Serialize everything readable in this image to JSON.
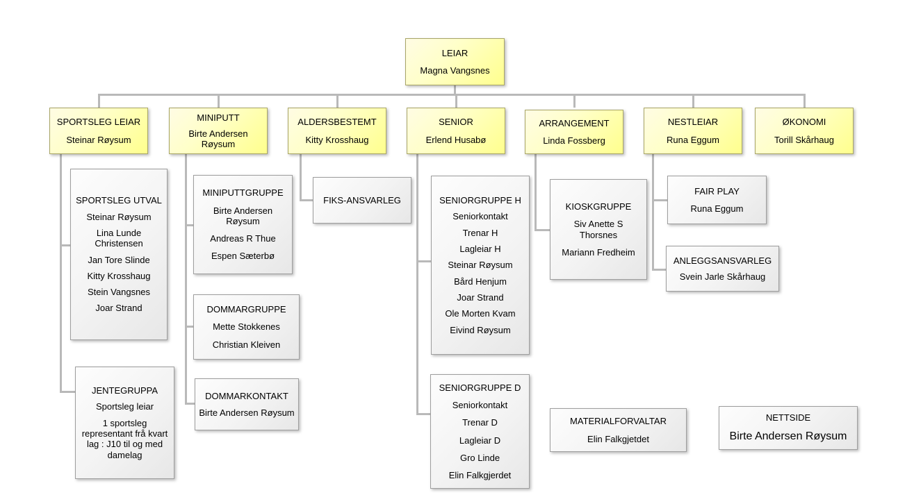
{
  "diagram": {
    "type": "org-chart",
    "description": "Sports club organisation chart",
    "palette": {
      "leader_box_fill_top": "#fffce4",
      "leader_box_fill_bottom": "#ffff8d",
      "leader_box_border": "#a8a566",
      "group_box_fill_top": "#fdfdfd",
      "group_box_fill_bottom": "#e7e7e7",
      "group_box_border": "#9e9e9e",
      "connector_color": "#b9b9b9",
      "text_color": "#000000",
      "background": "#ffffff"
    }
  },
  "nodes": {
    "leiar": {
      "title": "LEIAR",
      "name": "Magna Vangsnes"
    },
    "sportsleg_leiar": {
      "title": "SPORTSLEG LEIAR",
      "name": "Steinar Røysum"
    },
    "miniputt": {
      "title": "MINIPUTT",
      "name": "Birte Andersen Røysum"
    },
    "aldersbestemt": {
      "title": "ALDERSBESTEMT",
      "name": "Kitty Krosshaug"
    },
    "senior": {
      "title": "SENIOR",
      "name": "Erlend Husabø"
    },
    "arrangement": {
      "title": "ARRANGEMENT",
      "name": "Linda Fossberg"
    },
    "nestleiar": {
      "title": "NESTLEIAR",
      "name": "Runa Eggum"
    },
    "okonomi": {
      "title": "ØKONOMI",
      "name": "Torill Skårhaug"
    },
    "sportsleg_utval": {
      "title": "SPORTSLEG UTVAL",
      "members": [
        "Steinar Røysum",
        "Lina Lunde Christensen",
        "Jan Tore Slinde",
        "Kitty Krosshaug",
        "Stein Vangsnes",
        "Joar Strand"
      ]
    },
    "jentegruppa": {
      "title": "JENTEGRUPPA",
      "members": [
        "Sportsleg leiar",
        "1 sportsleg representant frå kvart lag :  J10 til og med damelag"
      ]
    },
    "miniputtgruppe": {
      "title": "MINIPUTTGRUPPE",
      "members": [
        "Birte Andersen Røysum",
        "Andreas R Thue",
        "Espen Sæterbø"
      ]
    },
    "dommargruppe": {
      "title": "DOMMARGRUPPE",
      "members": [
        "Mette Stokkenes",
        "Christian Kleiven"
      ]
    },
    "dommarkontakt": {
      "title": "DOMMARKONTAKT",
      "members": [
        "Birte Andersen Røysum"
      ]
    },
    "fiks_ansvarleg": {
      "title": "FIKS-ANSVARLEG",
      "members": []
    },
    "seniorgruppe_h": {
      "title": "SENIORGRUPPE H",
      "members": [
        "Seniorkontakt",
        "Trenar H",
        "Lagleiar H",
        "Steinar Røysum",
        "Bård Henjum",
        "Joar Strand",
        "Ole Morten Kvam",
        "Eivind Røysum"
      ]
    },
    "seniorgruppe_d": {
      "title": "SENIORGRUPPE D",
      "members": [
        "Seniorkontakt",
        "Trenar D",
        "Lagleiar D",
        "Gro Linde",
        "Elin Falkgjerdet"
      ]
    },
    "kioskgruppe": {
      "title": "KIOSKGRUPPE",
      "members": [
        "Siv Anette S Thorsnes",
        "Mariann Fredheim"
      ]
    },
    "fair_play": {
      "title": "FAIR PLAY",
      "members": [
        "Runa Eggum"
      ]
    },
    "anleggsansvarleg": {
      "title": "ANLEGGSANSVARLEG",
      "members": [
        "Svein Jarle Skårhaug"
      ]
    },
    "materialforvaltar": {
      "title": "MATERIALFORVALTAR",
      "members": [
        "Elin Falkgjetdet"
      ]
    },
    "nettside": {
      "title": "NETTSIDE",
      "members": [
        "Birte Andersen Røysum"
      ]
    }
  }
}
